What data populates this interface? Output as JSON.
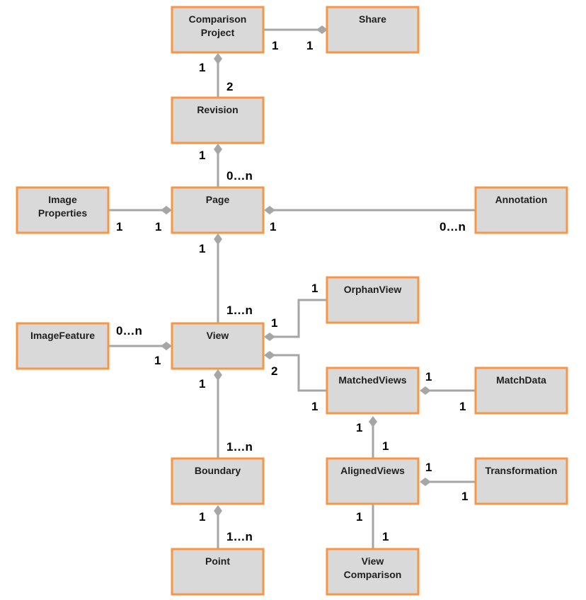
{
  "boxes": [
    {
      "id": "comparison-project",
      "lines": [
        "Comparison",
        "Project"
      ]
    },
    {
      "id": "share",
      "lines": [
        "Share"
      ]
    },
    {
      "id": "revision",
      "lines": [
        "Revision"
      ]
    },
    {
      "id": "image-properties",
      "lines": [
        "Image",
        "Properties"
      ]
    },
    {
      "id": "page",
      "lines": [
        "Page"
      ]
    },
    {
      "id": "annotation",
      "lines": [
        "Annotation"
      ]
    },
    {
      "id": "orphan-view",
      "lines": [
        "OrphanView"
      ]
    },
    {
      "id": "image-feature",
      "lines": [
        "ImageFeature"
      ]
    },
    {
      "id": "view",
      "lines": [
        "View"
      ]
    },
    {
      "id": "matched-views",
      "lines": [
        "MatchedViews"
      ]
    },
    {
      "id": "match-data",
      "lines": [
        "MatchData"
      ]
    },
    {
      "id": "boundary",
      "lines": [
        "Boundary"
      ]
    },
    {
      "id": "aligned-views",
      "lines": [
        "AlignedViews"
      ]
    },
    {
      "id": "transformation",
      "lines": [
        "Transformation"
      ]
    },
    {
      "id": "point",
      "lines": [
        "Point"
      ]
    },
    {
      "id": "view-comparison",
      "lines": [
        "View",
        "Comparison"
      ]
    }
  ],
  "connections": [
    {
      "id": "project-share",
      "from": "comparison-project",
      "to": "share",
      "from_mult": "1",
      "to_mult": "1"
    },
    {
      "id": "project-revision",
      "from": "comparison-project",
      "to": "revision",
      "from_mult": "1",
      "to_mult": "2"
    },
    {
      "id": "revision-page",
      "from": "revision",
      "to": "page",
      "from_mult": "1",
      "to_mult": "0…n"
    },
    {
      "id": "image-properties-page",
      "from": "image-properties",
      "to": "page",
      "from_mult": "1",
      "to_mult": "1"
    },
    {
      "id": "page-annotation",
      "from": "page",
      "to": "annotation",
      "from_mult": "1",
      "to_mult": "0…n"
    },
    {
      "id": "page-view",
      "from": "page",
      "to": "view",
      "from_mult": "1",
      "to_mult": "1…n"
    },
    {
      "id": "view-orphan-view",
      "from": "view",
      "to": "orphan-view",
      "from_mult": "1",
      "to_mult": "1"
    },
    {
      "id": "image-feature-view",
      "from": "image-feature",
      "to": "view",
      "from_mult": "0…n",
      "to_mult": "1"
    },
    {
      "id": "view-matched-views",
      "from": "view",
      "to": "matched-views",
      "from_mult": "2",
      "to_mult": "1"
    },
    {
      "id": "matched-views-match-data",
      "from": "matched-views",
      "to": "match-data",
      "from_mult": "1",
      "to_mult": "1"
    },
    {
      "id": "view-boundary",
      "from": "view",
      "to": "boundary",
      "from_mult": "1",
      "to_mult": "1…n"
    },
    {
      "id": "matched-views-aligned-views",
      "from": "matched-views",
      "to": "aligned-views",
      "from_mult": "1",
      "to_mult": "1"
    },
    {
      "id": "aligned-views-transformation",
      "from": "aligned-views",
      "to": "transformation",
      "from_mult": "1",
      "to_mult": "1"
    },
    {
      "id": "boundary-point",
      "from": "boundary",
      "to": "point",
      "from_mult": "1",
      "to_mult": "1…n"
    },
    {
      "id": "aligned-views-view-comparison",
      "from": "aligned-views",
      "to": "view-comparison",
      "from_mult": "1",
      "to_mult": "1"
    }
  ],
  "colors": {
    "box_fill": "#d9d9d9",
    "box_border": "#f79646",
    "connector": "#a6a6a6"
  }
}
